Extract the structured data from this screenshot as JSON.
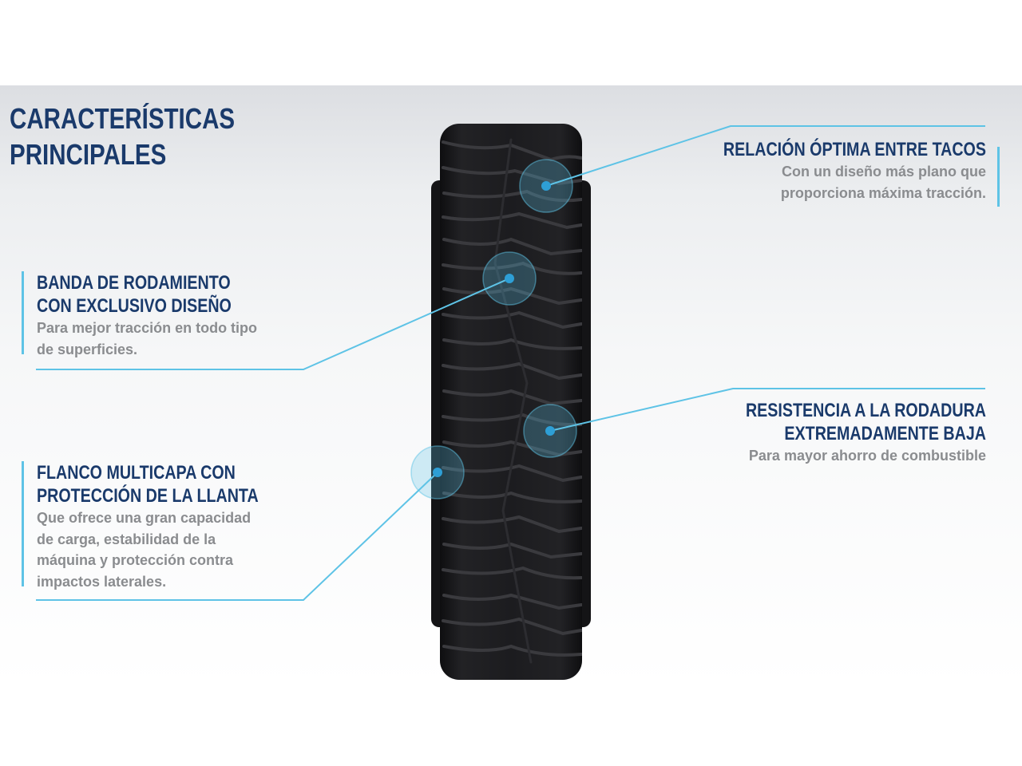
{
  "title": {
    "line1": "CARACTERÍSTICAS",
    "line2": "PRINCIPALES"
  },
  "callouts": {
    "tacos": {
      "title": [
        "RELACIÓN ÓPTIMA ENTRE TACOS"
      ],
      "body": [
        "Con un diseño más plano que",
        "proporciona máxima tracción."
      ]
    },
    "banda": {
      "title": [
        "BANDA DE RODAMIENTO",
        "CON EXCLUSIVO DISEÑO"
      ],
      "body": [
        "Para mejor tracción en todo tipo",
        "de superficies."
      ]
    },
    "resistencia": {
      "title": [
        "RESISTENCIA A LA RODADURA",
        "EXTREMADAMENTE BAJA"
      ],
      "body": [
        "Para mayor ahorro de combustible"
      ]
    },
    "flanco": {
      "title": [
        "FLANCO MULTICAPA CON",
        "PROTECCIÓN DE LA LLANTA"
      ],
      "body": [
        "Que ofrece una gran capacidad",
        "de carga, estabilidad de la",
        "máquina y protección contra",
        "impactos laterales."
      ]
    }
  },
  "colors": {
    "title": "#1a3a6b",
    "body": "#8a8c8f",
    "accent": "#5ec3e6",
    "tire": "#1b1b1d"
  }
}
